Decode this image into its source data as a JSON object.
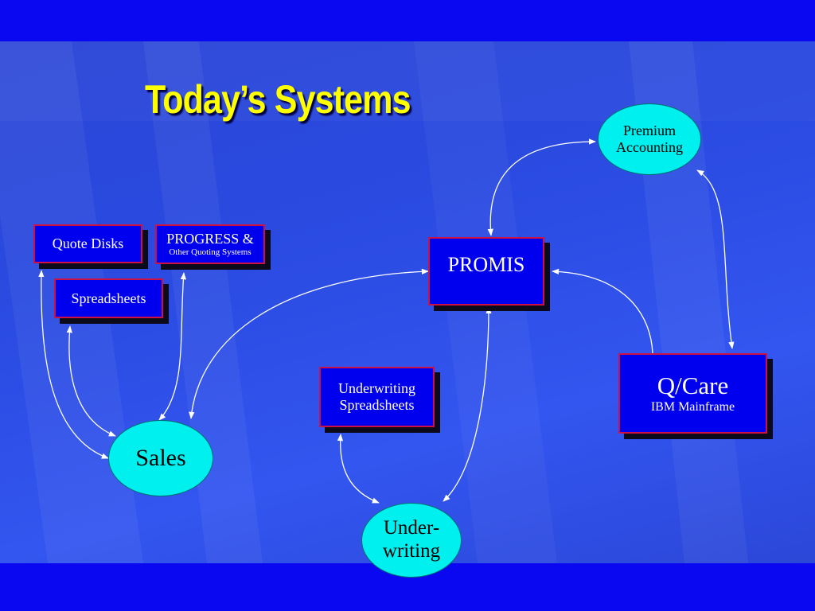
{
  "title": "Today’s Systems",
  "nodes": {
    "quote_disks": "Quote Disks",
    "progress_line1": "PROGRESS &",
    "progress_line2": "Other Quoting Systems",
    "spreadsheets": "Spreadsheets",
    "promis": "PROMIS",
    "premium_line1": "Premium",
    "premium_line2": "Accounting",
    "uw_spreadsheets_line1": "Underwriting",
    "uw_spreadsheets_line2": "Spreadsheets",
    "qcare_line1": "Q/Care",
    "qcare_line2": "IBM Mainframe",
    "sales": "Sales",
    "underwriting_line1": "Under-",
    "underwriting_line2": "writing"
  },
  "colors": {
    "background": "#0000f5",
    "title": "#ffff00",
    "box_fill": "#0000ee",
    "box_border": "#cc1144",
    "oval_fill": "#00f0f0"
  }
}
